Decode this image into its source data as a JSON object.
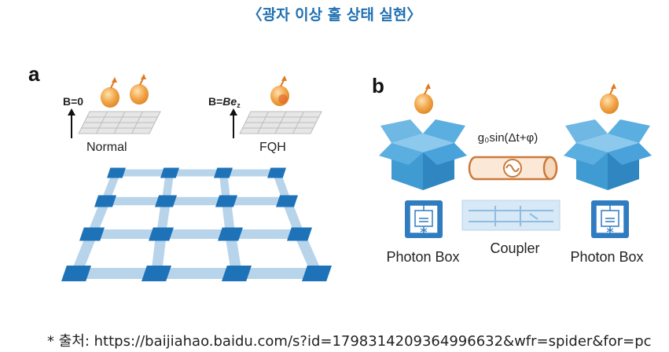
{
  "header": {
    "title": "〈광자 이상 홀 상태 실현〉"
  },
  "panel_a": {
    "label": "a",
    "normal": {
      "field": "B=0",
      "caption": "Normal"
    },
    "fqh": {
      "field_prefix": "B=",
      "field_italic": "Be",
      "field_sub": "z",
      "caption": "FQH"
    }
  },
  "panel_b": {
    "label": "b",
    "signal": "g₀sin(Δt+φ)",
    "left_box": "Photon Box",
    "coupler": "Coupler",
    "right_box": "Photon Box"
  },
  "footer": {
    "source": "* 출처: https://baijiahao.baidu.com/s?id=1798314209364996632&wfr=spider&for=pc"
  },
  "colors": {
    "title": "#1f6fb2",
    "lattice_node": "#1e72b8",
    "lattice_link": "#b7d4ea",
    "box_blue": "#3f9bd2",
    "photon": "#f2a64a",
    "coupler": "#c97a3c"
  }
}
